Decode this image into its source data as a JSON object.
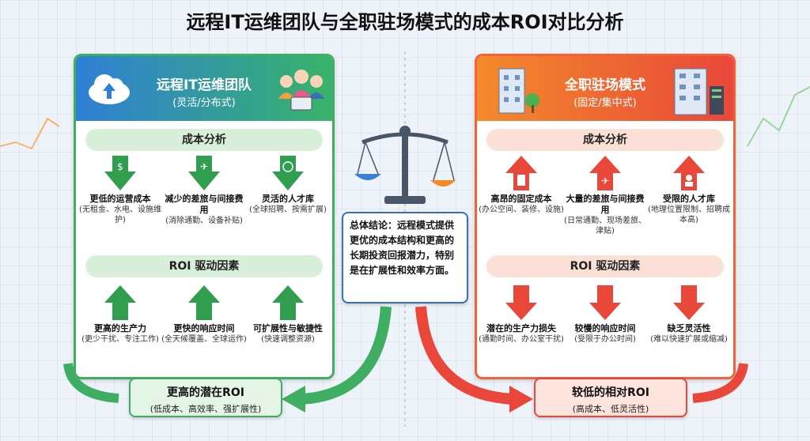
{
  "title": "远程IT运维团队与全职驻场模式的成本ROI对比分析",
  "left": {
    "title": "远程IT运维团队",
    "subtitle": "(灵活/分布式)",
    "cost_section": "成本分析",
    "cost_items": [
      {
        "label": "更低的运营成本",
        "desc": "(无租金、水电、设施维护)",
        "icon": "dollar-bag-icon"
      },
      {
        "label": "减少的差旅与间接费用",
        "desc": "(消除通勤、设备补贴)",
        "icon": "airplane-icon"
      },
      {
        "label": "灵活的人才库",
        "desc": "(全球招聘、按需扩展)",
        "icon": "globe-icon"
      }
    ],
    "roi_section": "ROI 驱动因素",
    "roi_items": [
      {
        "label": "更高的生产力",
        "desc": "(更少干扰、专注工作)"
      },
      {
        "label": "更快的响应时间",
        "desc": "(全天候覆盖、全球运作)"
      },
      {
        "label": "可扩展性与敏捷性",
        "desc": "(快速调整资源)"
      }
    ],
    "result_title": "更高的潜在ROI",
    "result_sub": "(低成本、高效率、强扩展性)"
  },
  "right": {
    "title": "全职驻场模式",
    "subtitle": "(固定/集中式)",
    "cost_section": "成本分析",
    "cost_items": [
      {
        "label": "高昂的固定成本",
        "desc": "(办公空间、装修、设施)",
        "icon": "building-icon"
      },
      {
        "label": "大量的差旅与间接费用",
        "desc": "(日常通勤、现场差旅、津贴)",
        "icon": "airplane-icon"
      },
      {
        "label": "受限的人才库",
        "desc": "(地理位置限制、招聘成本高)",
        "icon": "person-dollar-icon"
      }
    ],
    "roi_section": "ROI 驱动因素",
    "roi_items": [
      {
        "label": "潜在的生产力损失",
        "desc": "(通勤时间、办公室干扰)"
      },
      {
        "label": "较慢的响应时间",
        "desc": "(受限于办公时间)"
      },
      {
        "label": "缺乏灵活性",
        "desc": "(难以快速扩展或缩减)"
      }
    ],
    "result_title": "较低的相对ROI",
    "result_sub": "(高成本、低灵活性)"
  },
  "conclusion": "总体结论：远程模式提供更优的成本结构和更高的长期投资回报潜力，特别是在扩展性和效率方面。",
  "colors": {
    "green": "#3fae62",
    "red": "#e9473a",
    "blue": "#2f7fd6",
    "orange": "#f38a2a"
  }
}
